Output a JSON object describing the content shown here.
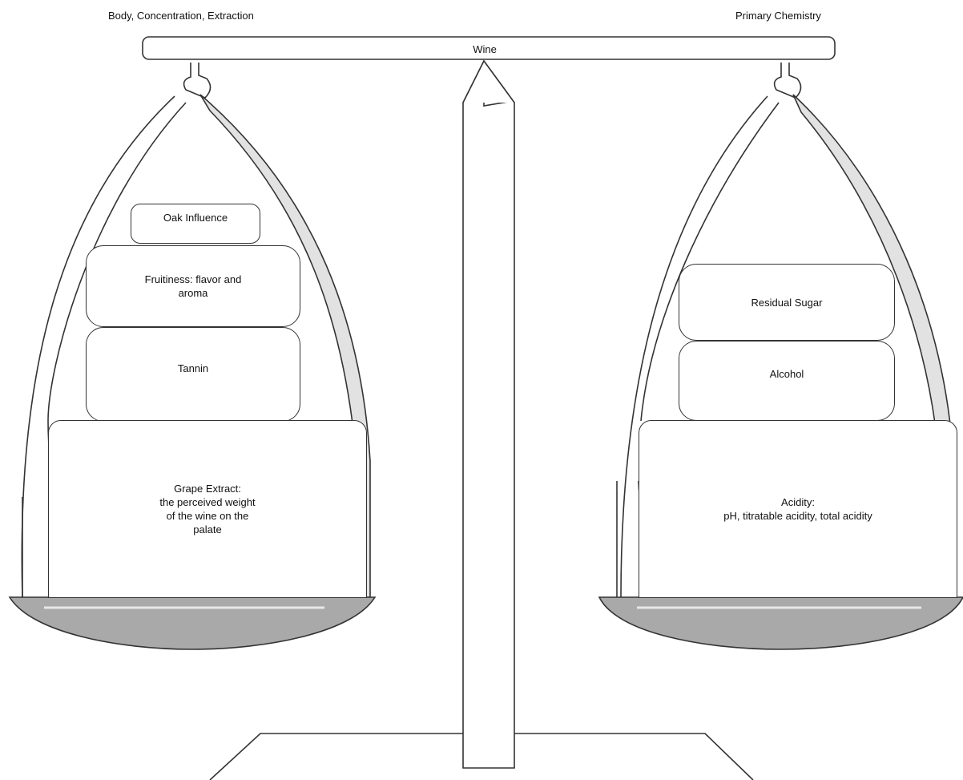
{
  "diagram": {
    "title_left": "Body, Concentration, Extraction",
    "title_right": "Primary Chemistry",
    "beam_label": "Wine",
    "left_pan": {
      "blocks": [
        "Oak Influence",
        "Fruitiness: flavor and\naroma",
        "Tannin",
        "Grape Extract:\nthe perceived weight\nof the wine on the\npalate"
      ]
    },
    "right_pan": {
      "blocks": [
        "Residual Sugar",
        "Alcohol",
        "Acidity:\npH, titratable acidity, total acidity"
      ]
    },
    "colors": {
      "outline": "#333333",
      "pan_fill": "#a9a9a9",
      "strap_fill": "#e2e2e2"
    }
  }
}
